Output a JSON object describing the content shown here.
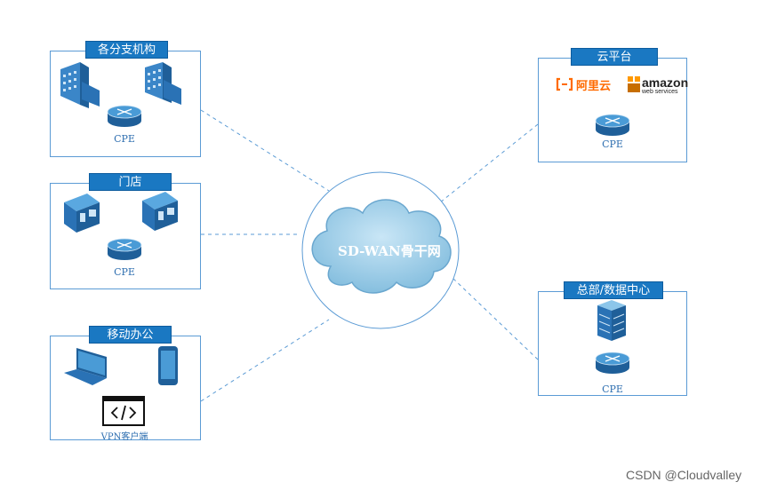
{
  "center": {
    "label": "SD-WAN骨干网"
  },
  "branches": {
    "title": "各分支机构",
    "cpe_label": "CPE"
  },
  "stores": {
    "title": "门店",
    "cpe_label": "CPE"
  },
  "mobile": {
    "title": "移动办公",
    "vpn_label": "VPN客户端"
  },
  "cloud_platform": {
    "title": "云平台",
    "aliyun_label": "阿里云",
    "amazon_label": "amazon",
    "amazon_sub": "web services",
    "cpe_label": "CPE"
  },
  "hq": {
    "title": "总部/数据中心",
    "cpe_label": "CPE"
  },
  "watermark": "CSDN @Cloudvalley",
  "colors": {
    "accent": "#1a78c2",
    "border": "#5b9bd5",
    "cloud": "#a9d4ec",
    "aliyun": "#ff6a00",
    "amazon_orange": "#f90"
  }
}
